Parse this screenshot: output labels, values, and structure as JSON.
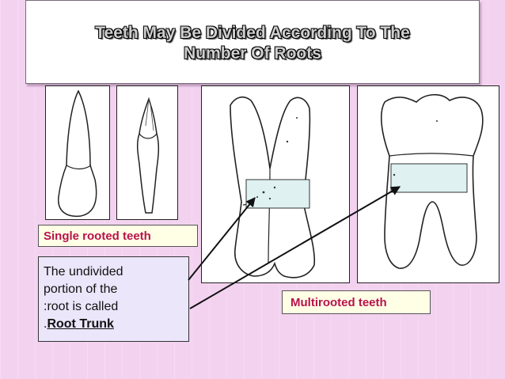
{
  "slide": {
    "title_line1": "Teeth May Be Divided According To The",
    "title_line2": "Number Of Roots",
    "label_single": "Single rooted teeth",
    "label_multi": "Multirooted teeth",
    "note": {
      "line1": "The undivided",
      "line2": " portion of the",
      "line3": ":root is called",
      "line4_prefix": ".",
      "line4_term": "Root Trunk"
    }
  },
  "colors": {
    "background": "#f3d2f0",
    "label_text": "#b8124c",
    "label_fill": "#ffffe6",
    "note_fill": "#ebe6fa",
    "trunk_highlight": "#dff1f1"
  }
}
